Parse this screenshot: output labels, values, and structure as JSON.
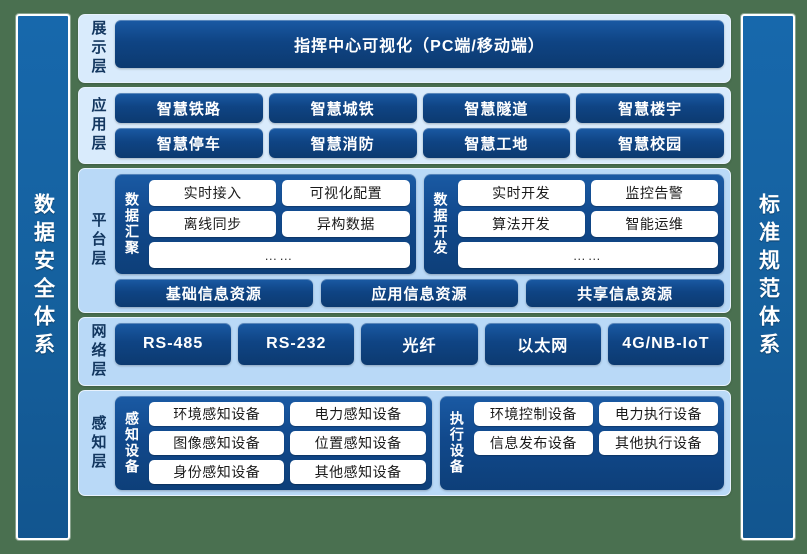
{
  "colors": {
    "background": "#4a7050",
    "pillar": "#1768ac",
    "panel_light": "#d9ebfc",
    "panel_mid": "#b9d9f7",
    "navy": "#0f4484",
    "chip_white": "#ffffff",
    "label_text": "#12365f"
  },
  "left_pillar": {
    "label": "数据安全体系"
  },
  "right_pillar": {
    "label": "标准规范体系"
  },
  "layers": {
    "presentation": {
      "label": "展示层",
      "box": "指挥中心可视化（PC端/移动端）"
    },
    "application": {
      "label": "应用层",
      "row1": [
        "智慧铁路",
        "智慧城铁",
        "智慧隧道",
        "智慧楼宇"
      ],
      "row2": [
        "智慧停车",
        "智慧消防",
        "智慧工地",
        "智慧校园"
      ]
    },
    "platform": {
      "label": "平台层",
      "group_left": {
        "title": "数据汇聚",
        "row1": [
          "实时接入",
          "可视化配置"
        ],
        "row2": [
          "离线同步",
          "异构数据"
        ],
        "row3": "……"
      },
      "group_right": {
        "title": "数据开发",
        "row1": [
          "实时开发",
          "监控告警"
        ],
        "row2": [
          "算法开发",
          "智能运维"
        ],
        "row3": "……"
      },
      "resources": [
        "基础信息资源",
        "应用信息资源",
        "共享信息资源"
      ]
    },
    "network": {
      "label": "网络层",
      "items": [
        "RS-485",
        "RS-232",
        "光纤",
        "以太网",
        "4G/NB-IoT"
      ]
    },
    "sensing": {
      "label": "感知层",
      "group_left": {
        "title": "感知设备",
        "row1": [
          "环境感知设备",
          "电力感知设备"
        ],
        "row2": [
          "图像感知设备",
          "位置感知设备"
        ],
        "row3": [
          "身份感知设备",
          "其他感知设备"
        ]
      },
      "group_right": {
        "title": "执行设备",
        "row1": [
          "环境控制设备",
          "电力执行设备"
        ],
        "row2": [
          "信息发布设备",
          "其他执行设备"
        ]
      }
    }
  }
}
